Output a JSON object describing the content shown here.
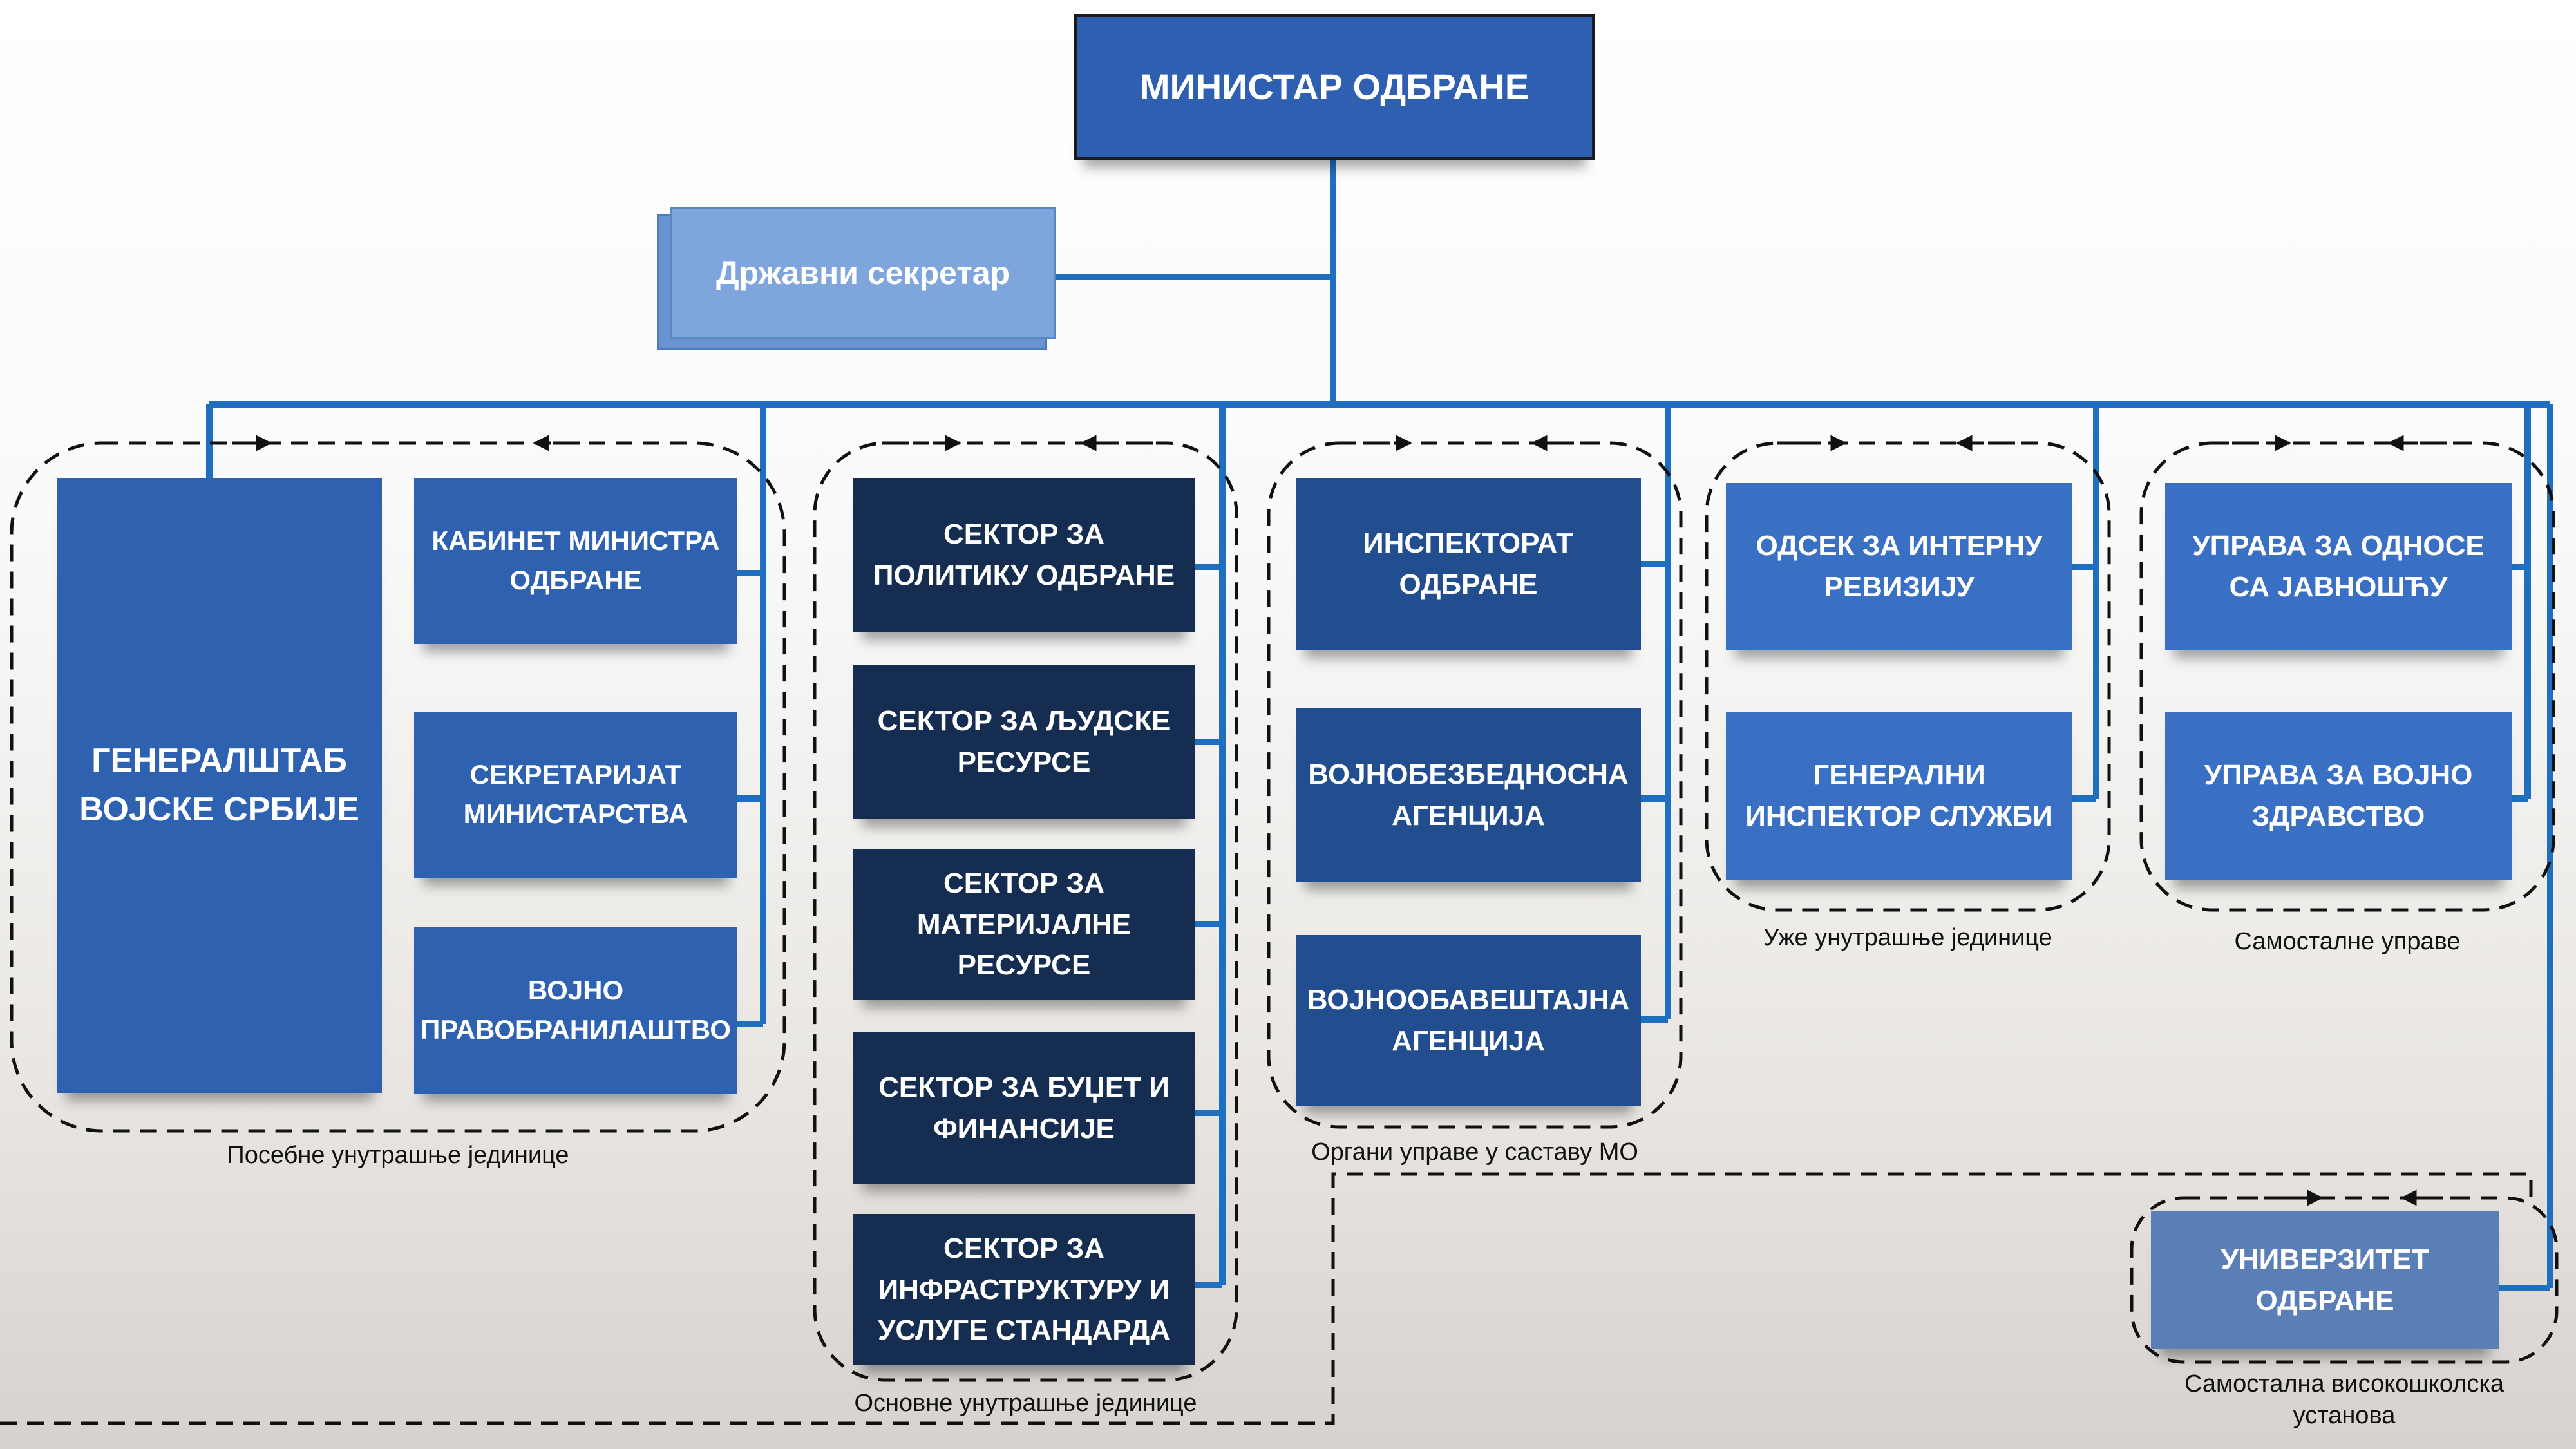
{
  "minister": "МИНИСТАР ОДБРАНЕ",
  "state_secretary": "Државни секретар",
  "special_units": {
    "caption": "Посебне унутрашње јединице",
    "general_staff": "ГЕНЕРАЛШТАБ ВОЈСКЕ СРБИЈЕ",
    "items": [
      "КАБИНЕТ МИНИСТРА ОДБРАНЕ",
      "СЕКРЕТАРИЈАТ МИНИСТАРСТВА",
      "ВОЈНО ПРАВОБРАНИЛАШТВО"
    ]
  },
  "core_units": {
    "caption": "Основне унутрашње јединице",
    "items": [
      "СЕКТОР ЗА ПОЛИТИКУ ОДБРАНЕ",
      "СЕКТОР ЗА ЉУДСКЕ РЕСУРСЕ",
      "СЕКТОР ЗА МАТЕРИЈАЛНЕ РЕСУРСЕ",
      "СЕКТОР ЗА БУЏЕТ И ФИНАНСИЈЕ",
      "СЕКТОР ЗА ИНФРАСТРУКТУРУ И УСЛУГЕ СТАНДАРДА"
    ]
  },
  "admin_bodies": {
    "caption": "Органи управе у саставу МО",
    "items": [
      "ИНСПЕКТОРАТ ОДБРАНЕ",
      "ВОЈНОБЕЗБЕДНОСНА АГЕНЦИЈА",
      "ВОЈНООБАВЕШТАЈНА АГЕНЦИЈА"
    ]
  },
  "narrow_units": {
    "caption": "Уже унутрашње јединице",
    "items": [
      "ОДСЕК ЗА ИНТЕРНУ РЕВИЗИЈУ",
      "ГЕНЕРАЛНИ ИНСПЕКТОР СЛУЖБИ"
    ]
  },
  "independent_admin": {
    "caption": "Самосталне управе",
    "items": [
      "УПРАВА ЗА ОДНОСЕ СА ЈАВНОШЋУ",
      "УПРАВА ЗА ВОЈНО ЗДРАВСТВО"
    ]
  },
  "university": {
    "caption": "Самостална високошколска установа",
    "name": "УНИВЕРЗИТЕТ ОДБРАНЕ"
  },
  "colors": {
    "line": "#1f6fc0",
    "navy": "#162d52",
    "blue": "#2e62b0",
    "steel": "#5a7fb6"
  }
}
